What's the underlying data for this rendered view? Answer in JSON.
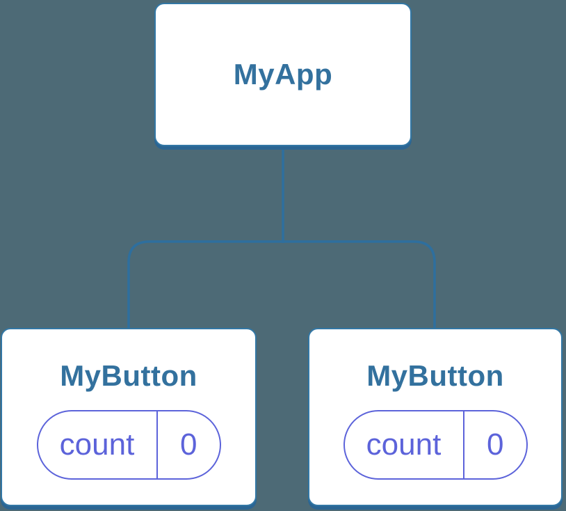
{
  "colors": {
    "background": "#4d6a76",
    "node_fill": "#ffffff",
    "node_border": "#3277a5",
    "node_shadow": "#2b6593",
    "connector": "#2e6f9e",
    "label_text": "#33719e",
    "state_accent": "#5c63da"
  },
  "tree": {
    "root": {
      "label": "MyApp"
    },
    "children": [
      {
        "label": "MyButton",
        "state_pill": {
          "name": "count",
          "value": "0"
        }
      },
      {
        "label": "MyButton",
        "state_pill": {
          "name": "count",
          "value": "0"
        }
      }
    ]
  }
}
